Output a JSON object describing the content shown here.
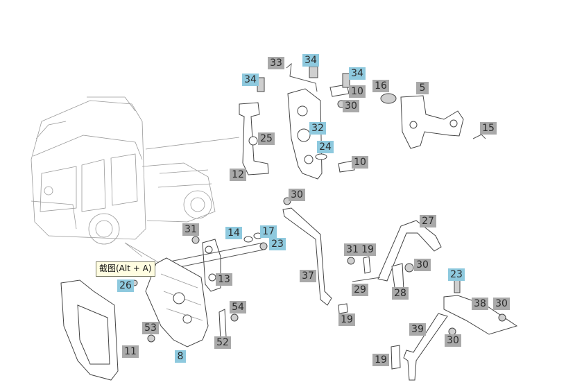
{
  "tooltip": "截图(Alt + A)",
  "callout_colors": {
    "standard": "#a9a9a9",
    "highlighted": "#8ec9de"
  },
  "callouts": [
    {
      "label": "33",
      "style": "grey"
    },
    {
      "label": "34",
      "style": "blue"
    },
    {
      "label": "34",
      "style": "blue"
    },
    {
      "label": "34",
      "style": "blue"
    },
    {
      "label": "10",
      "style": "grey"
    },
    {
      "label": "16",
      "style": "grey"
    },
    {
      "label": "5",
      "style": "grey"
    },
    {
      "label": "30",
      "style": "grey"
    },
    {
      "label": "32",
      "style": "blue"
    },
    {
      "label": "15",
      "style": "grey"
    },
    {
      "label": "25",
      "style": "grey"
    },
    {
      "label": "24",
      "style": "blue"
    },
    {
      "label": "10",
      "style": "grey"
    },
    {
      "label": "12",
      "style": "grey"
    },
    {
      "label": "30",
      "style": "grey"
    },
    {
      "label": "27",
      "style": "grey"
    },
    {
      "label": "31",
      "style": "grey"
    },
    {
      "label": "14",
      "style": "blue"
    },
    {
      "label": "17",
      "style": "blue"
    },
    {
      "label": "23",
      "style": "blue"
    },
    {
      "label": "31",
      "style": "grey"
    },
    {
      "label": "19",
      "style": "grey"
    },
    {
      "label": "30",
      "style": "grey"
    },
    {
      "label": "37",
      "style": "grey"
    },
    {
      "label": "23",
      "style": "blue"
    },
    {
      "label": "26",
      "style": "blue"
    },
    {
      "label": "13",
      "style": "grey"
    },
    {
      "label": "29",
      "style": "grey"
    },
    {
      "label": "28",
      "style": "grey"
    },
    {
      "label": "38",
      "style": "grey"
    },
    {
      "label": "30",
      "style": "grey"
    },
    {
      "label": "54",
      "style": "grey"
    },
    {
      "label": "19",
      "style": "grey"
    },
    {
      "label": "53",
      "style": "grey"
    },
    {
      "label": "39",
      "style": "grey"
    },
    {
      "label": "30",
      "style": "grey"
    },
    {
      "label": "52",
      "style": "grey"
    },
    {
      "label": "11",
      "style": "grey"
    },
    {
      "label": "8",
      "style": "blue"
    },
    {
      "label": "19",
      "style": "grey"
    }
  ]
}
